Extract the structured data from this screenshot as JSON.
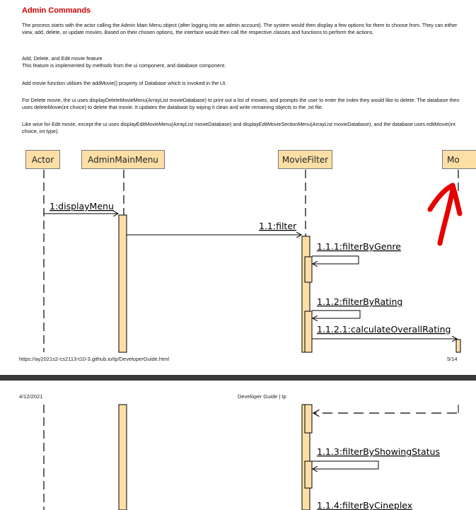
{
  "page1": {
    "heading": "Admin Commands",
    "paragraphs": [
      "The process starts with the actor calling the Admin Main Menu object (after logging into an admin account). The system would then display a few options for them to choose from. They can either view, add, delete, or update movies. Based on their chosen options, the interface would then call the respective classes and functions to perform the actions.",
      "Add, Delete, and Edit movie feature\nThis feature is implemented by methods from the ui component, and database component.",
      "Add movie function utilises the addMovie() property of Database which is invoked in the UI.",
      "For Delete movie, the ui uses displayDeleteMovieMenu(ArrayList movieDatabase) to print out a list of movies, and prompts the user to enter the index they would like to delete. The database then uses deleteMovie(int choice) to delete that movie. It updates the database by wiping it clean and write remaining objects to the .txt file.",
      "Like wise for Edit movie, except the ui uses displayEditMovieMenu(ArrayList movieDatabase) and displayEditMovieSectionMenu(ArrayList movieDatabase), and the database uses editMovie(int choice, int type)."
    ],
    "footer_url": "https://ay2021s2-cs2113-t10-3.github.io/tp/DeveloperGuide.html",
    "footer_page": "5/14"
  },
  "page2": {
    "header_date": "4/12/2021",
    "header_title": "Developer Guide | tp"
  },
  "diagram": {
    "lifelines": [
      "Actor",
      "AdminMainMenu",
      "MovieFilter",
      "Mo"
    ],
    "messages": [
      "1:displayMenu",
      "1.1:filter",
      "1.1.1:filterByGenre",
      "1.1.2:filterByRating",
      "1.1.2.1:calculateOverallRating",
      "1.1.3:filterByShowingStatus",
      "1.1.4:filterByCineplex"
    ],
    "colors": {
      "lifeline_fill": "#fddfa6",
      "activation_fill": "#fddfa6",
      "annotation_red": "#e60000"
    }
  }
}
